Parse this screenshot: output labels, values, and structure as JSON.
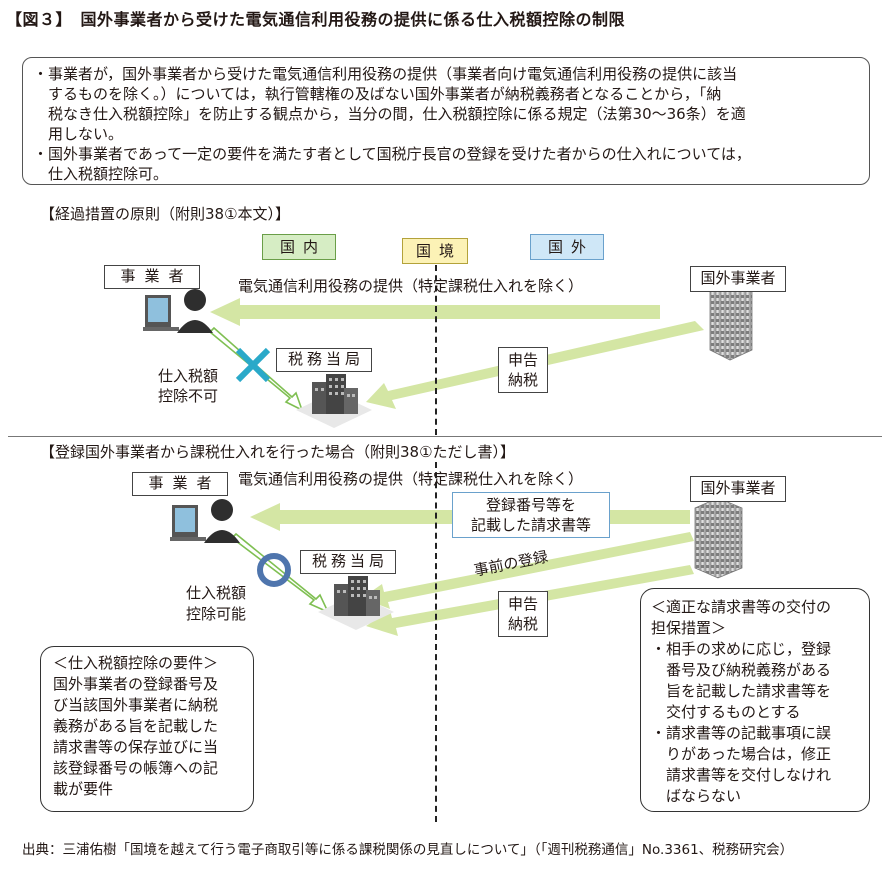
{
  "title": "【図３】　国外事業者から受けた電気通信利用役務の提供に係る仕入税額控除の制限",
  "summary": {
    "lines": [
      "・事業者が，国外事業者から受けた電気通信利用役務の提供（事業者向け電気通信利用役務の提供に該当",
      "　するものを除く。）については，執行管轄権の及ばない国外事業者が納税義務者となることから，「納",
      "　税なき仕入税額控除」を防止する観点から，当分の間，仕入税額控除に係る規定（法第30～36条）を適",
      "　用しない。",
      "・国外事業者であって一定の要件を満たす者として国税庁長官の登録を受けた者からの仕入れについては，",
      "　仕入税額控除可。"
    ]
  },
  "section1": {
    "heading": "【経過措置の原則（附則38①本文）】",
    "tag_domestic": "国内",
    "tag_border": "国境",
    "tag_foreign": "国外",
    "business": "事業者",
    "foreign_business": "国外事業者",
    "service_label": "電気通信利用役務の提供（特定課税仕入れを除く）",
    "tax_office": "税務当局",
    "deduction_line1": "仕入税額",
    "deduction_line2": "控除不可",
    "report_line1": "申告",
    "report_line2": "納税"
  },
  "section2": {
    "heading": "【登録国外事業者から課税仕入れを行った場合（附則38①ただし書）】",
    "business": "事業者",
    "foreign_business": "国外事業者",
    "service_label": "電気通信利用役務の提供（特定課税仕入れを除く）",
    "invoice_line1": "登録番号等を",
    "invoice_line2": "記載した請求書等",
    "tax_office": "税務当局",
    "prior_registration": "事前の登録",
    "deduction_line1": "仕入税額",
    "deduction_line2": "控除可能",
    "report_line1": "申告",
    "report_line2": "納税",
    "requirements": {
      "title": "＜仕入税額控除の要件＞",
      "lines": [
        "国外事業者の登録番号及",
        "び当該国外事業者に納税",
        "義務がある旨を記載した",
        "請求書等の保存並びに当",
        "該登録番号の帳簿への記",
        "載が要件"
      ]
    },
    "measures": {
      "title": "＜適正な請求書等の交付の",
      "title2": "担保措置＞",
      "lines": [
        "・相手の求めに応じ，登録",
        "　番号及び納税義務がある",
        "　旨を記載した請求書等を",
        "　交付するものとする",
        "・請求書等の記載事項に誤",
        "　りがあった場合は，修正",
        "　請求書等を交付しなけれ",
        "　ばならない"
      ]
    }
  },
  "footer": "出典：三浦佑樹「国境を越えて行う電子商取引等に係る課税関係の見直しについて」（「週刊税務通信」No.3361、税務研究会）",
  "colors": {
    "arrow_fill": "#d4e6a4",
    "cross": "#2aa9c9",
    "ring": "#4f75ad",
    "tag_green": "#d6edc4",
    "tag_yellow": "#fcf2b6",
    "tag_blue": "#cfe7f7"
  },
  "icons": {
    "person": "person-at-computer-icon",
    "building": "office-building-icon",
    "tower": "skyscraper-icon",
    "cross": "cross-mark-icon",
    "ring": "circle-mark-icon"
  }
}
